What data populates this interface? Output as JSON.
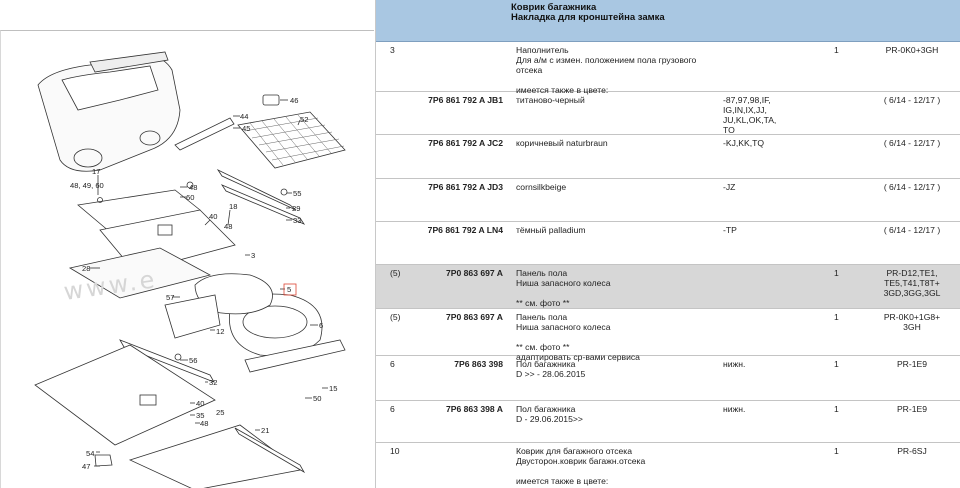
{
  "header": {
    "title_line1": "Коврик багажника",
    "title_line2": "Накладка для кронштейна замка"
  },
  "rows": [
    {
      "num": "3",
      "part": "",
      "desc": [
        "Наполнитель",
        "Для а/м с измен. положением пола грузового",
        "отсека",
        "",
        "имеется также в цвете:"
      ],
      "code": [],
      "qty": "1",
      "ver": [
        "PR-0K0+3GH"
      ],
      "shaded": false
    },
    {
      "num": "",
      "part": "7P6 861 792 A JB1",
      "desc": [
        "титаново-черный"
      ],
      "code": [
        "-87,97,98,IF,",
        "IG,IN,IX,JJ,",
        "JU,KL,OK,TA,",
        "TO"
      ],
      "qty": "",
      "ver": [
        "( 6/14 - 12/17 )"
      ],
      "shaded": false
    },
    {
      "num": "",
      "part": "7P6 861 792 A JC2",
      "desc": [
        "коричневый naturbraun"
      ],
      "code": [
        "-KJ,KK,TQ"
      ],
      "qty": "",
      "ver": [
        "( 6/14 - 12/17 )"
      ],
      "shaded": false
    },
    {
      "num": "",
      "part": "7P6 861 792 A JD3",
      "desc": [
        "cornsilkbeige"
      ],
      "code": [
        "-JZ"
      ],
      "qty": "",
      "ver": [
        "( 6/14 - 12/17 )"
      ],
      "shaded": false
    },
    {
      "num": "",
      "part": "7P6 861 792 A LN4",
      "desc": [
        "тёмный palladium"
      ],
      "code": [
        "-TP"
      ],
      "qty": "",
      "ver": [
        "( 6/14 - 12/17 )"
      ],
      "shaded": false
    },
    {
      "num": "(5)",
      "part": "7P0 863 697 A",
      "desc": [
        "Панель пола",
        "Ниша запасного колеса",
        "",
        "** см. фото **"
      ],
      "code": [],
      "qty": "1",
      "ver": [
        "PR-D12,TE1,",
        "TE5,T41,T8T+",
        "3GD,3GG,3GL"
      ],
      "shaded": true
    },
    {
      "num": "(5)",
      "part": "7P0 863 697 A",
      "desc": [
        "Панель пола",
        "Ниша запасного колеса",
        "",
        "** см. фото **",
        "адаптировать ср-вами сервиса"
      ],
      "code": [],
      "qty": "1",
      "ver": [
        "PR-0K0+1G8+",
        "3GH"
      ],
      "shaded": false
    },
    {
      "num": "6",
      "part": "7P6 863 398",
      "desc": [
        "Пол багажника",
        "D >> - 28.06.2015"
      ],
      "code": [
        "нижн."
      ],
      "qty": "1",
      "ver": [
        "PR-1E9"
      ],
      "shaded": false
    },
    {
      "num": "6",
      "part": "7P6 863 398 A",
      "desc": [
        "Пол багажника",
        "D - 29.06.2015>>"
      ],
      "code": [
        "нижн."
      ],
      "qty": "1",
      "ver": [
        "PR-1E9"
      ],
      "shaded": false
    },
    {
      "num": "10",
      "part": "",
      "desc": [
        "Коврик для багажного отсека",
        "Двусторон.коврик багажн.отсека",
        "",
        "имеется также в цвете:"
      ],
      "code": [],
      "qty": "1",
      "ver": [
        "PR-6SJ"
      ],
      "shaded": false
    }
  ],
  "diagram": {
    "watermark": "www.e",
    "callouts": [
      "46",
      "44",
      "45",
      "52",
      "17",
      "48, 49, 60",
      "48",
      "60",
      "55",
      "29",
      "33",
      "40",
      "18",
      "48",
      "3",
      "28",
      "5",
      "57",
      "12",
      "6",
      "56",
      "32",
      "15",
      "50",
      "40",
      "35",
      "25",
      "48",
      "21",
      "54",
      "47"
    ]
  }
}
